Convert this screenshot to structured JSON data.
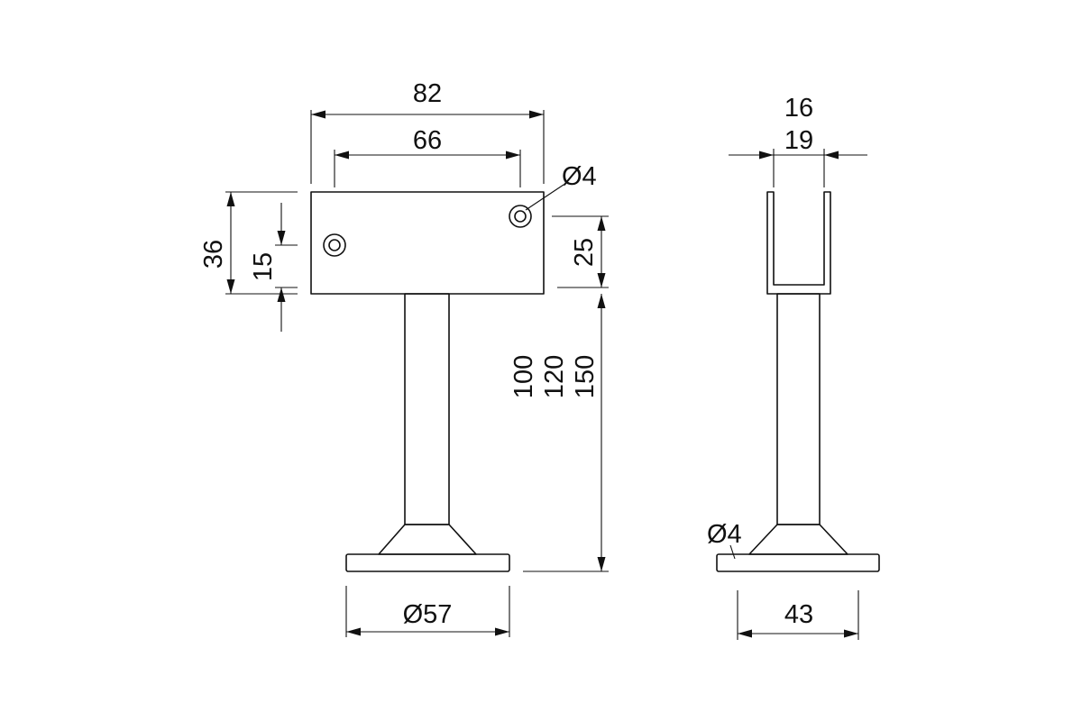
{
  "front_view": {
    "dim_overall_width": "82",
    "dim_hole_spacing": "66",
    "dim_hole_diameter": "Ø4",
    "dim_plate_height": "36",
    "dim_hole_offset": "15",
    "dim_hole_height": "25",
    "dim_lengths": [
      "100",
      "120",
      "150"
    ],
    "dim_base_diameter": "Ø57"
  },
  "side_view": {
    "dim_outer_width": "16",
    "dim_inner_width": "19",
    "dim_base_hole": "Ø4",
    "dim_base_width": "43"
  }
}
